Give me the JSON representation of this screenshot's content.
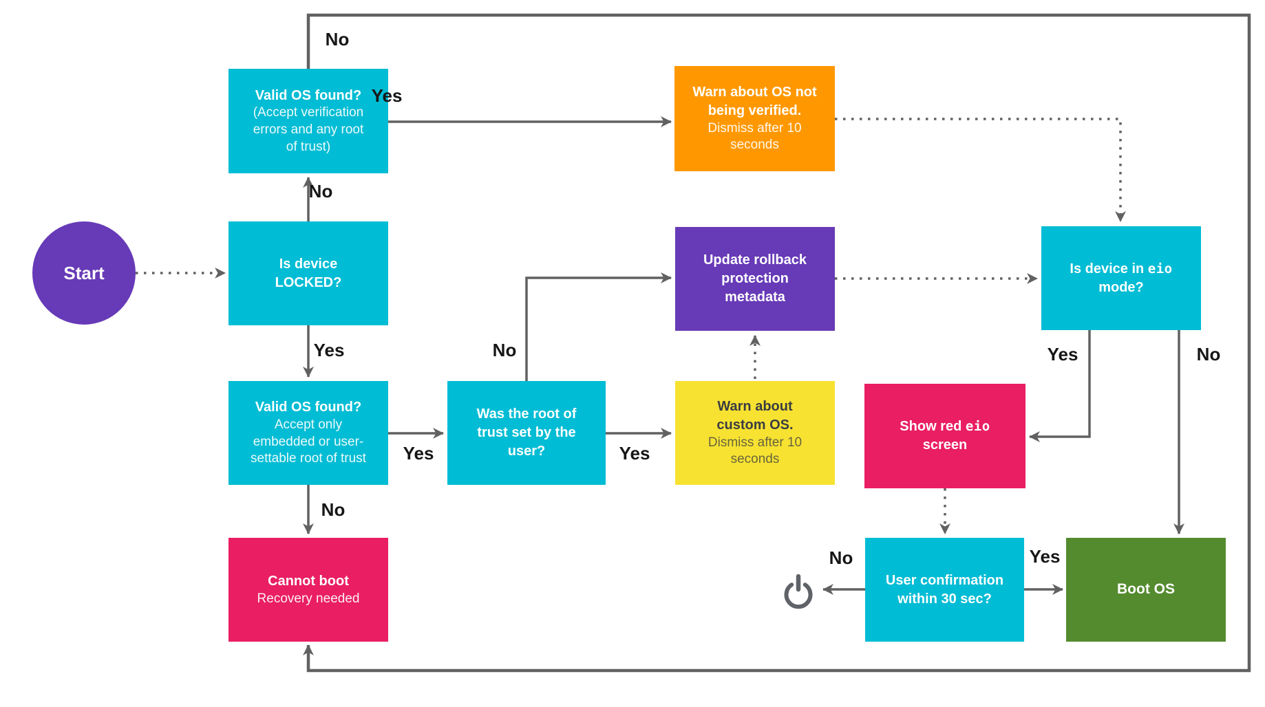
{
  "diagram": {
    "line_color": "#616161",
    "icons": {
      "power": "power-off"
    },
    "nodes": {
      "start": {
        "label": "Start",
        "bg": "#673AB7",
        "fg": "#FFFFFF"
      },
      "valid_os_any": {
        "title": "Valid OS found?",
        "subtitle": "(Accept verification errors and any root of trust)",
        "bg": "#00BCD4",
        "fg": "#FFFFFF"
      },
      "warn_unverified": {
        "title": "Warn about OS not being verified.",
        "subtitle": "Dismiss after 10 seconds",
        "bg": "#FF9800",
        "fg": "#FFFFFF"
      },
      "is_locked": {
        "title": "Is device LOCKED?",
        "bg": "#00BCD4",
        "fg": "#FFFFFF"
      },
      "update_rollback": {
        "title": "Update rollback protection metadata",
        "bg": "#673AB7",
        "fg": "#FFFFFF"
      },
      "eio_mode": {
        "title_prefix": "Is device in ",
        "title_mono": "eio",
        "title_suffix": " mode?",
        "bg": "#00BCD4",
        "fg": "#FFFFFF"
      },
      "valid_os_restricted": {
        "title": "Valid OS found?",
        "subtitle": "Accept only embedded or user-settable root of trust",
        "bg": "#00BCD4",
        "fg": "#FFFFFF"
      },
      "root_of_trust": {
        "title": "Was the root of trust set by the user?",
        "bg": "#00BCD4",
        "fg": "#FFFFFF"
      },
      "warn_custom": {
        "title": "Warn about custom OS.",
        "subtitle": "Dismiss after 10 seconds",
        "bg": "#F7E231",
        "fg": "#3A3D41"
      },
      "show_red_eio": {
        "title_prefix": "Show red ",
        "title_mono": "eio",
        "title_suffix": " screen",
        "bg": "#E91E63",
        "fg": "#FFFFFF"
      },
      "cannot_boot": {
        "title": "Cannot boot",
        "subtitle": "Recovery needed",
        "bg": "#E91E63",
        "fg": "#FFFFFF"
      },
      "user_confirm": {
        "title": "User confirmation within 30 sec?",
        "bg": "#00BCD4",
        "fg": "#FFFFFF"
      },
      "boot_os": {
        "title": "Boot OS",
        "bg": "#558B2F",
        "fg": "#FFFFFF"
      }
    },
    "labels": {
      "no_top": "No",
      "yes_warn": "Yes",
      "no_locked_up": "No",
      "yes_locked_down": "Yes",
      "no_root_up": "No",
      "yes_valid_restricted": "Yes",
      "yes_custom": "Yes",
      "yes_eio": "Yes",
      "no_eio": "No",
      "no_user_confirm": "No",
      "yes_user_confirm": "Yes",
      "no_cannot_boot": "No"
    }
  }
}
